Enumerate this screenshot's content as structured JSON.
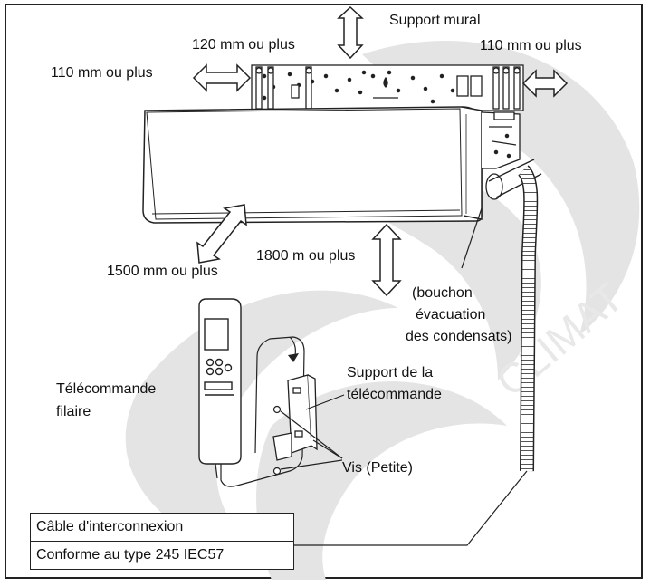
{
  "labels": {
    "wall_bracket": "Support mural",
    "top_clearance": "120 mm ou plus",
    "left_clearance": "110 mm ou plus",
    "right_clearance": "110 mm ou plus",
    "bottom_clearance": "1800 m ou plus",
    "front_clearance": "1500 mm ou plus",
    "drain_cap_line1": "(bouchon",
    "drain_cap_line2": "évacuation",
    "drain_cap_line3": "des condensats)",
    "remote_line1": "Télécommande",
    "remote_line2": "filaire",
    "remote_holder_line1": "Support de la",
    "remote_holder_line2": "télécommande",
    "screws": "Vis (Petite)"
  },
  "cable_table": {
    "row1": "Câble d'interconnexion",
    "row2": "Conforme au type 245 IEC57"
  },
  "colors": {
    "line": "#222222",
    "watermark": "#e4e4e4",
    "background": "#ffffff"
  }
}
